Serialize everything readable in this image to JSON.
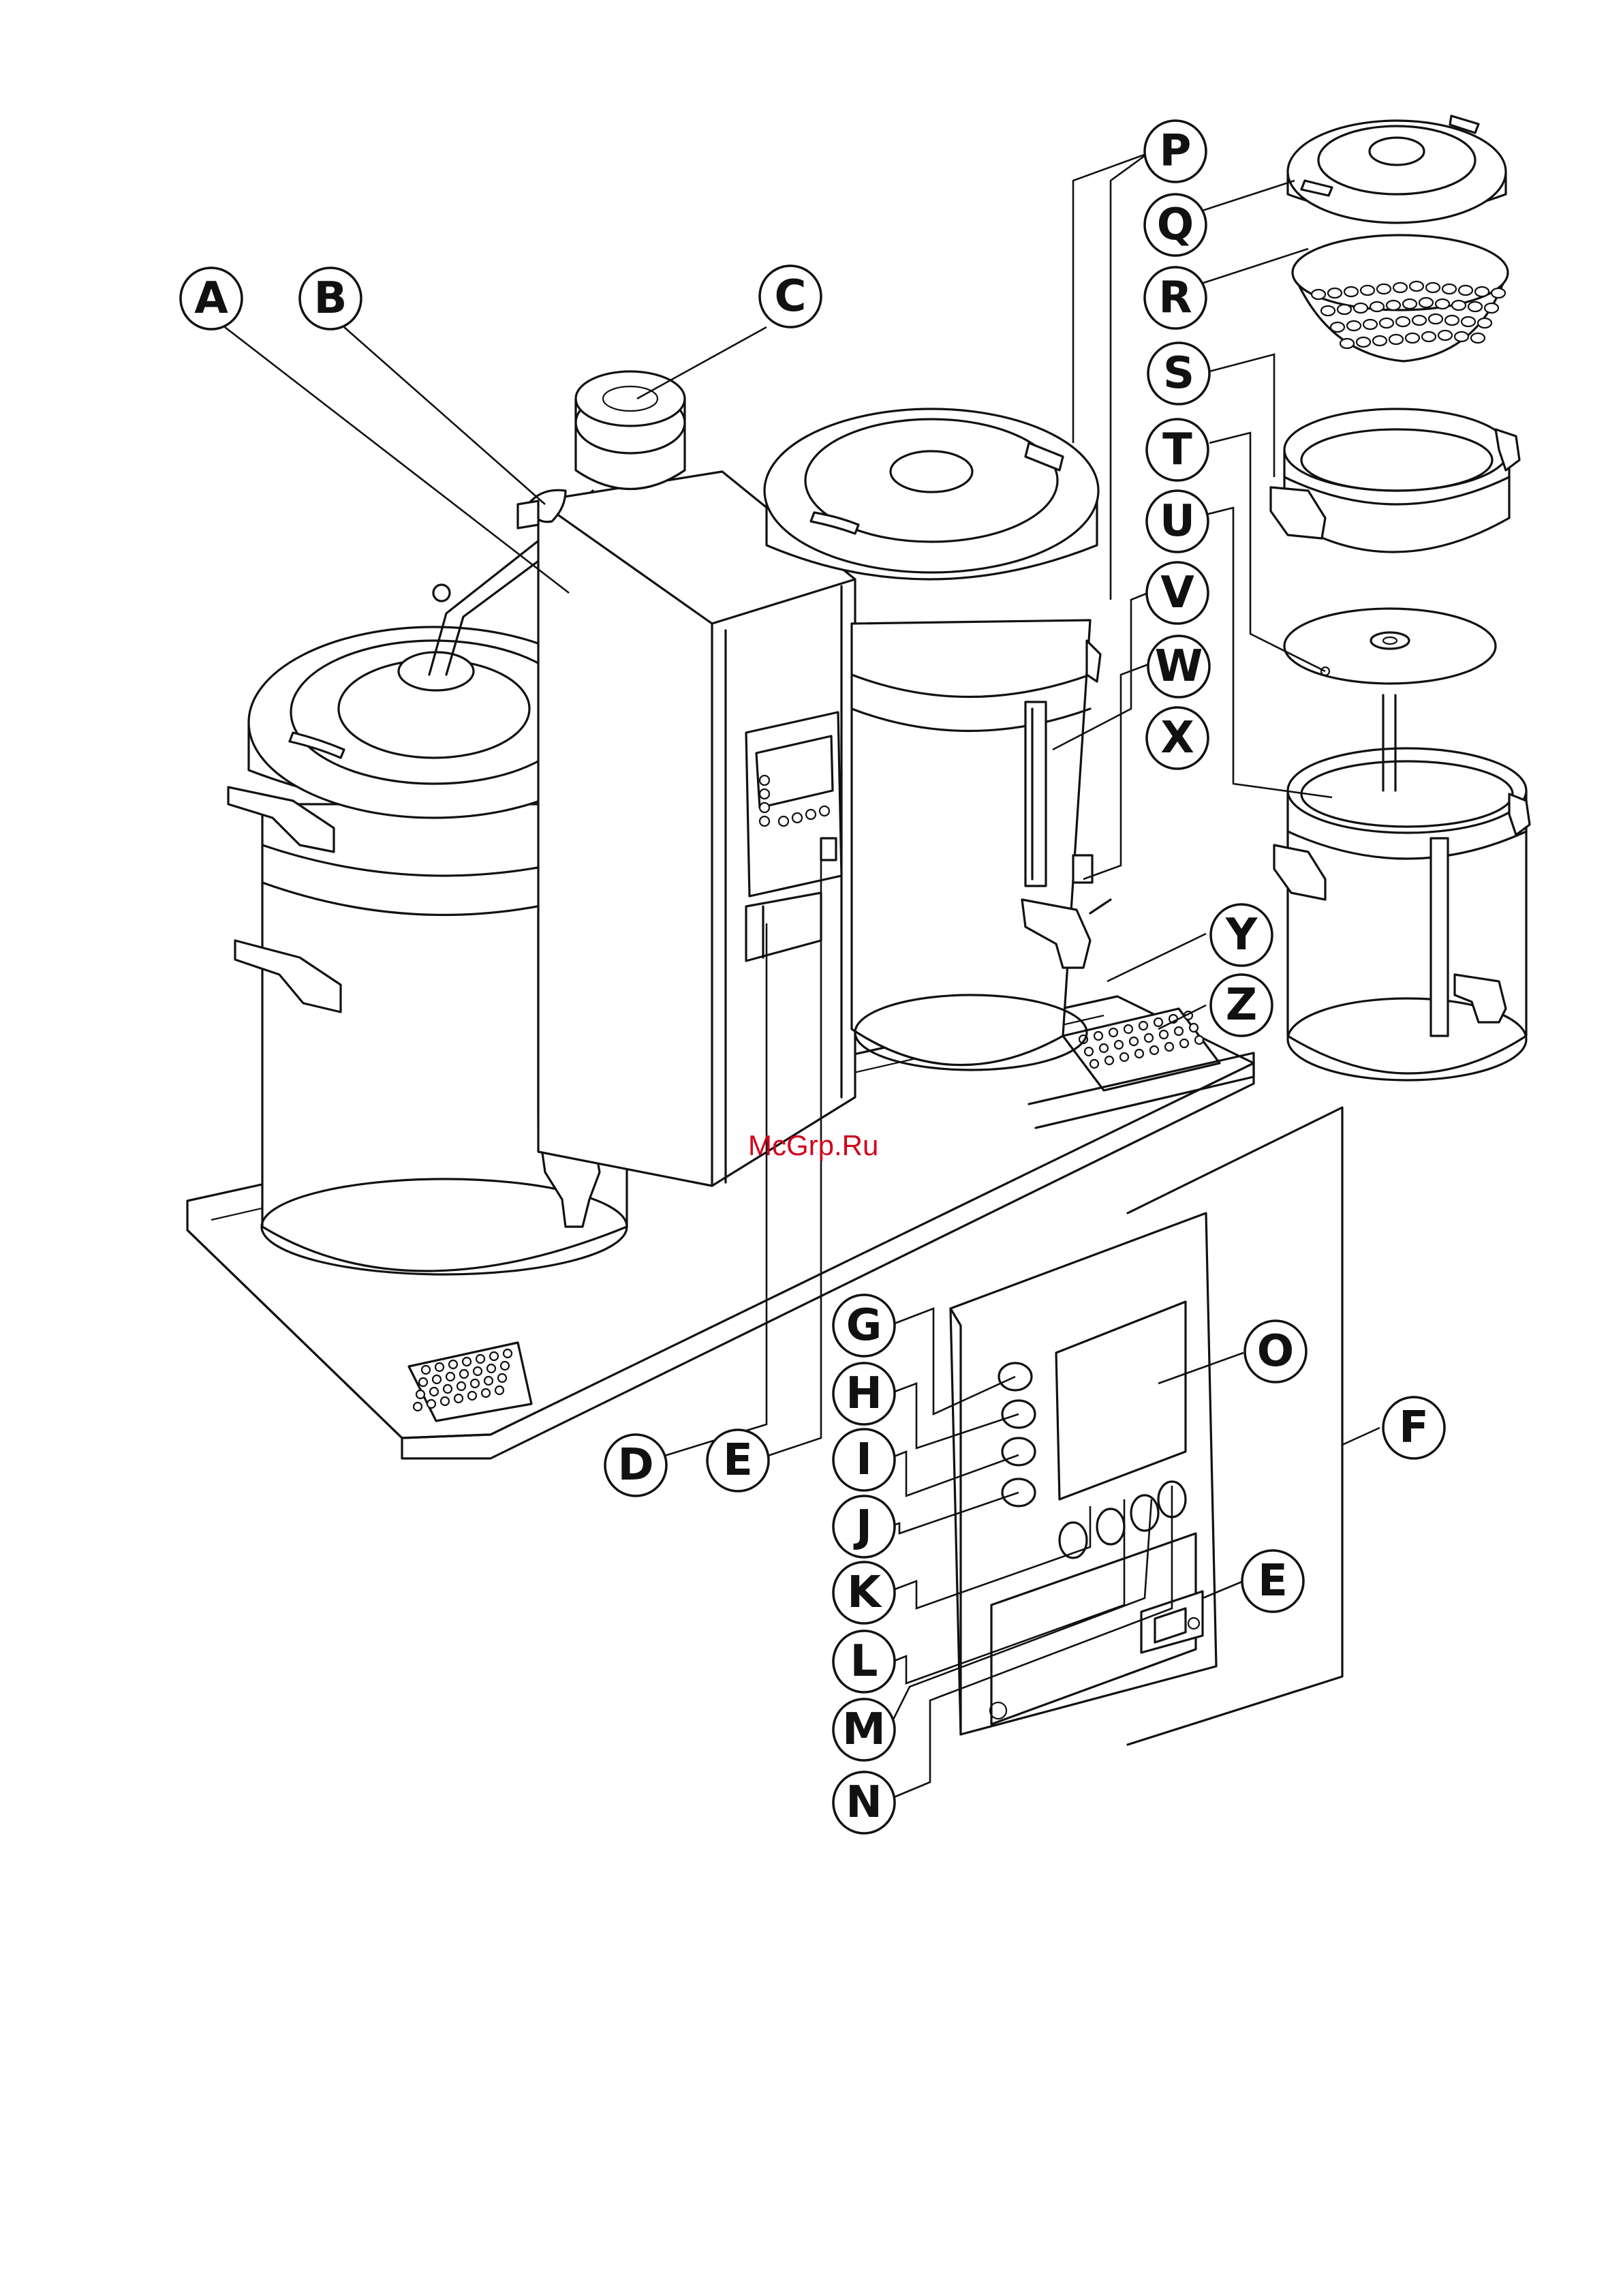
{
  "watermark": "McGrp.Ru",
  "callouts": {
    "A": "A",
    "B": "B",
    "C": "C",
    "D": "D",
    "E_main": "E",
    "E_panel": "E",
    "F": "F",
    "G": "G",
    "H": "H",
    "I": "I",
    "J": "J",
    "K": "K",
    "L": "L",
    "M": "M",
    "N": "N",
    "O": "O",
    "P": "P",
    "Q": "Q",
    "R": "R",
    "S": "S",
    "T": "T",
    "U": "U",
    "V": "V",
    "W": "W",
    "X": "X",
    "Y": "Y",
    "Z": "Z"
  }
}
